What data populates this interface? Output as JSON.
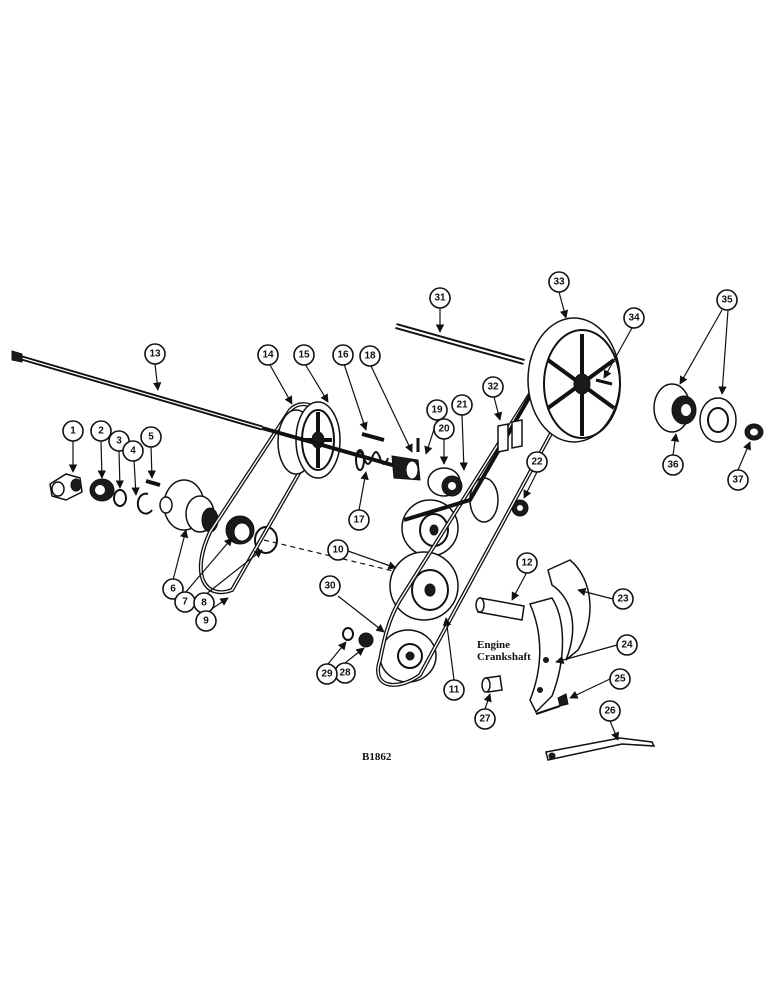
{
  "figure_code": "B1862",
  "engine_label_line1": "Engine",
  "engine_label_line2": "Crankshaft",
  "callouts": [
    "1",
    "2",
    "3",
    "4",
    "5",
    "6",
    "7",
    "8",
    "9",
    "10",
    "11",
    "12",
    "13",
    "14",
    "15",
    "16",
    "17",
    "18",
    "19",
    "20",
    "21",
    "22",
    "23",
    "24",
    "25",
    "26",
    "27",
    "28",
    "29",
    "30",
    "31",
    "32",
    "33",
    "34",
    "35",
    "36",
    "37"
  ]
}
